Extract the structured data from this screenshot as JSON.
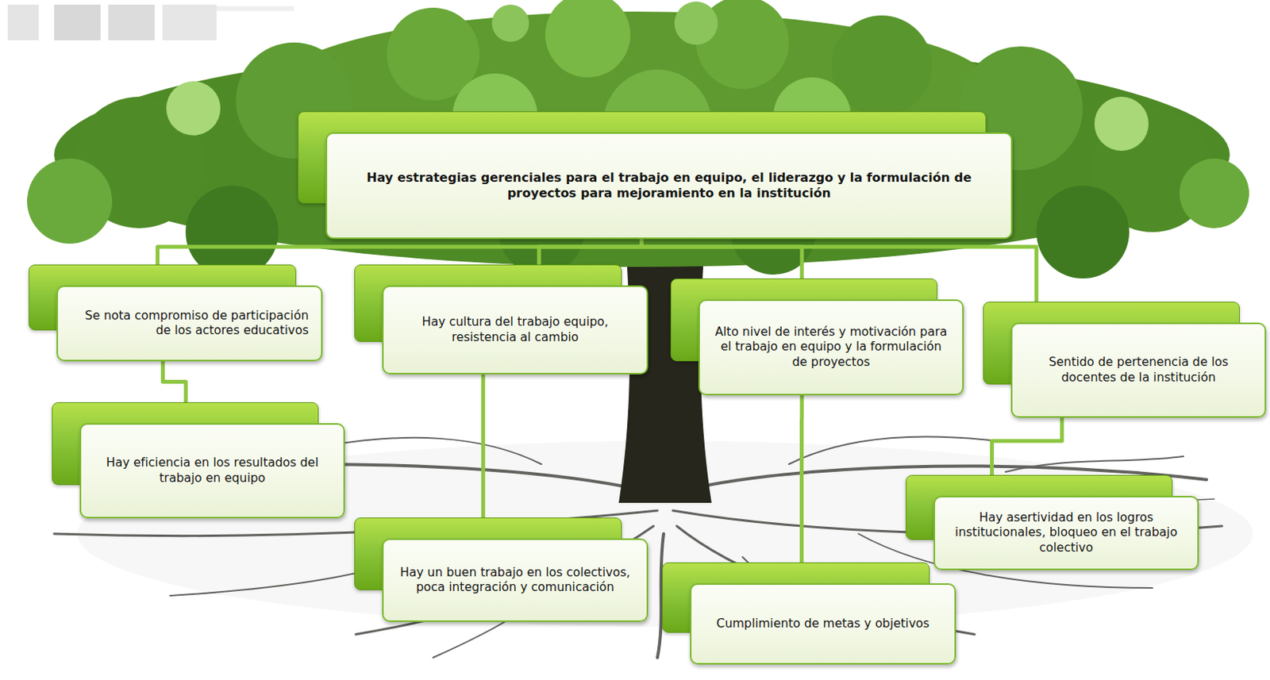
{
  "diagram": {
    "nodes": [
      {
        "text": [
          "Hay estrategias gerenciales para el trabajo en equipo, el liderazgo y la formulación de proyectos para mejoramiento en la institución"
        ]
      },
      {
        "text": [
          "Se nota compromiso de participación de los actores educativos"
        ]
      },
      {
        "text": [
          "Hay cultura del trabajo equipo, resistencia al cambio"
        ]
      },
      {
        "text": [
          "Alto nivel de interés y motivación para el trabajo en equipo y la formulación de proyectos"
        ]
      },
      {
        "text": [
          "Sentido de pertenencia de los docentes de la institución"
        ]
      },
      {
        "text": [
          "Hay eficiencia en los resultados del trabajo en equipo"
        ]
      },
      {
        "text": [
          "Hay un buen trabajo en los colectivos, poca integración y comunicación"
        ]
      },
      {
        "text": [
          "Cumplimiento de metas y objetivos"
        ]
      },
      {
        "text": [
          "Hay asertividad en los logros institucionales, bloqueo en el trabajo colectivo"
        ]
      }
    ],
    "edges": [
      {
        "from": 0,
        "to": 1,
        "arrow": "none"
      },
      {
        "from": 0,
        "to": 2,
        "arrow": "none"
      },
      {
        "from": 0,
        "to": 3,
        "arrow": "none"
      },
      {
        "from": 0,
        "to": 4,
        "arrow": "none"
      },
      {
        "from": 1,
        "to": 5,
        "arrow": "none"
      },
      {
        "from": 2,
        "to": 6,
        "arrow": "none"
      },
      {
        "from": 3,
        "to": 7,
        "arrow": "none"
      },
      {
        "from": 4,
        "to": 8,
        "arrow": "none"
      }
    ]
  }
}
